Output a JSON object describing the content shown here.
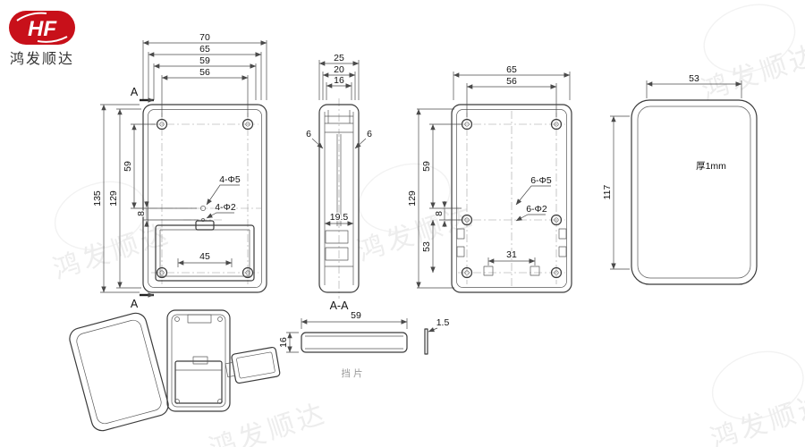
{
  "logo": {
    "brand": "HF",
    "company": "鸿发顺达"
  },
  "watermark": {
    "text": "鸿发顺达"
  },
  "colors": {
    "line": "#3b3b3b",
    "dim": "#4a4a4a",
    "logo_red": "#c8101a"
  },
  "views": {
    "front": {
      "dims_top": [
        "70",
        "65",
        "59",
        "56"
      ],
      "dims_left": [
        "135",
        "129",
        "59",
        "8"
      ],
      "dim_compartment": "45",
      "note_phi5": "4-Φ5",
      "note_phi2": "4-Φ2",
      "section_letter_top": "A",
      "section_letter_bottom": "A"
    },
    "section": {
      "dims_top": [
        "25",
        "20",
        "16"
      ],
      "dim_left": "6",
      "dim_right": "6",
      "dim_width": "19.5",
      "label": "A-A"
    },
    "back": {
      "dims_top": [
        "65",
        "56"
      ],
      "dims_left": [
        "129",
        "59",
        "8",
        "53"
      ],
      "dim_holes": "31",
      "note_phi5": "6-Φ5",
      "note_phi2": "6-Φ2"
    },
    "cover": {
      "dim_width": "53",
      "dim_height": "117",
      "note_thickness": "厚1mm"
    },
    "baffle": {
      "dim_length": "59",
      "dim_height": "16",
      "dim_thickness": "1.5",
      "label": "挡片"
    }
  }
}
